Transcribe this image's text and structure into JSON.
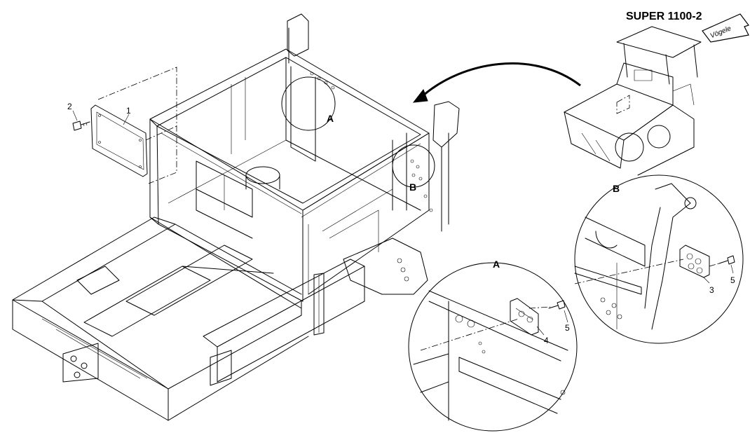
{
  "model_title": "SUPER 1100-2",
  "brand_logo": "Vögele",
  "detail_a": "A",
  "detail_b": "B",
  "callouts": {
    "plate_1": "1",
    "screw_2": "2",
    "plate_3": "3",
    "plate_4": "4",
    "screw_5_a": "5",
    "screw_5_b": "5"
  }
}
